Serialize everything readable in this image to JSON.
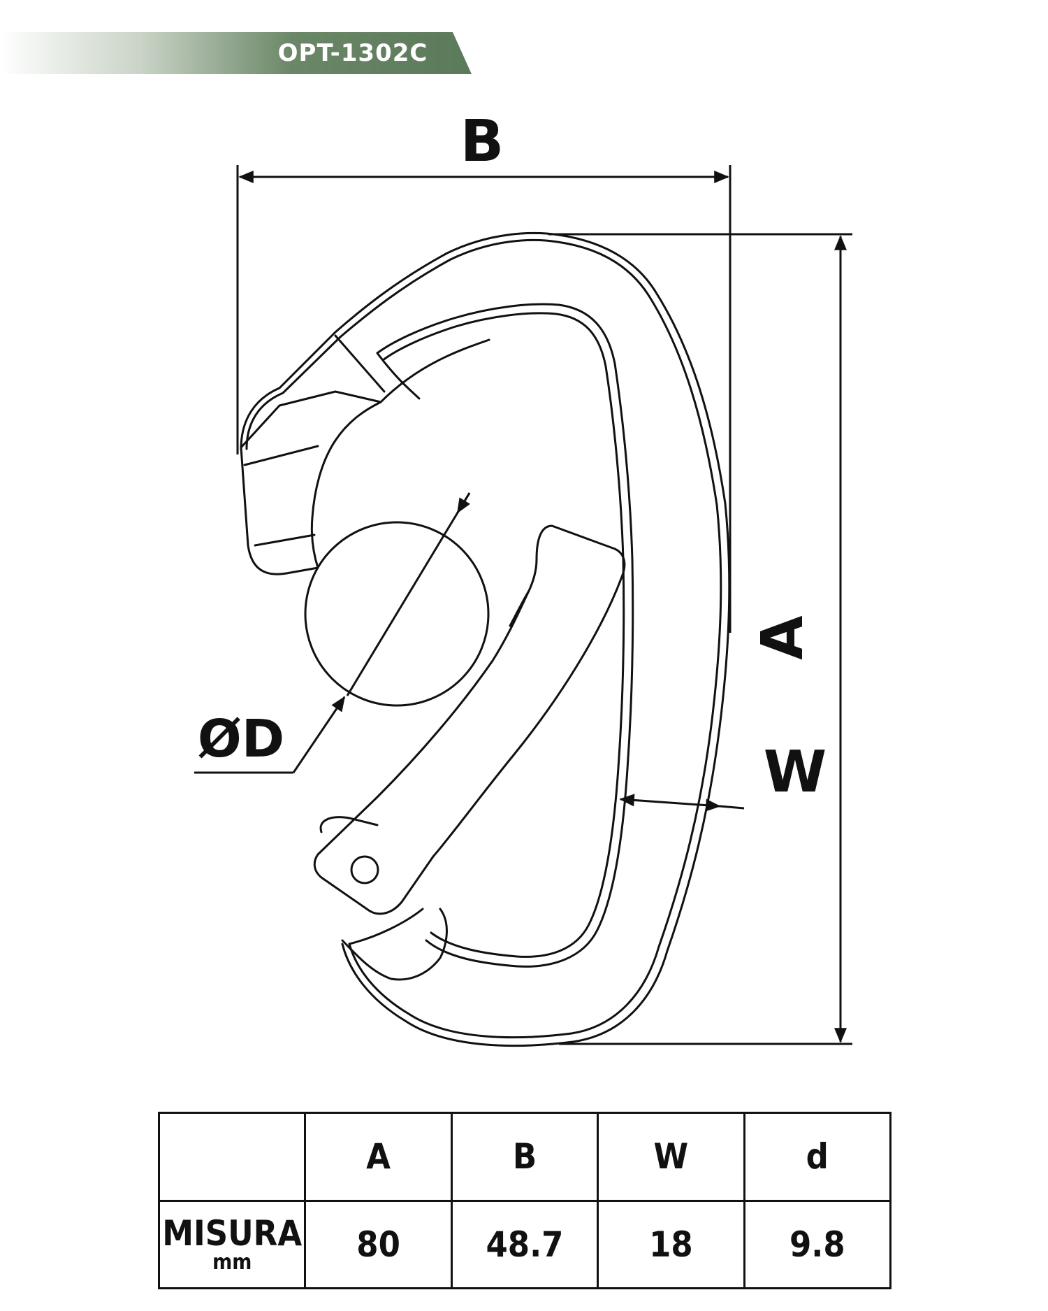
{
  "product_code": "OPT-1302C",
  "colors": {
    "banner": "#5f7d5d",
    "line": "#111111"
  },
  "diagram": {
    "labels": {
      "B": "B",
      "A": "A",
      "W": "W",
      "D": "ØD"
    }
  },
  "table": {
    "headers": [
      "",
      "A",
      "B",
      "W",
      "d"
    ],
    "row_label": "MISURA",
    "row_unit": "mm",
    "values": [
      "80",
      "48.7",
      "18",
      "9.8"
    ]
  }
}
